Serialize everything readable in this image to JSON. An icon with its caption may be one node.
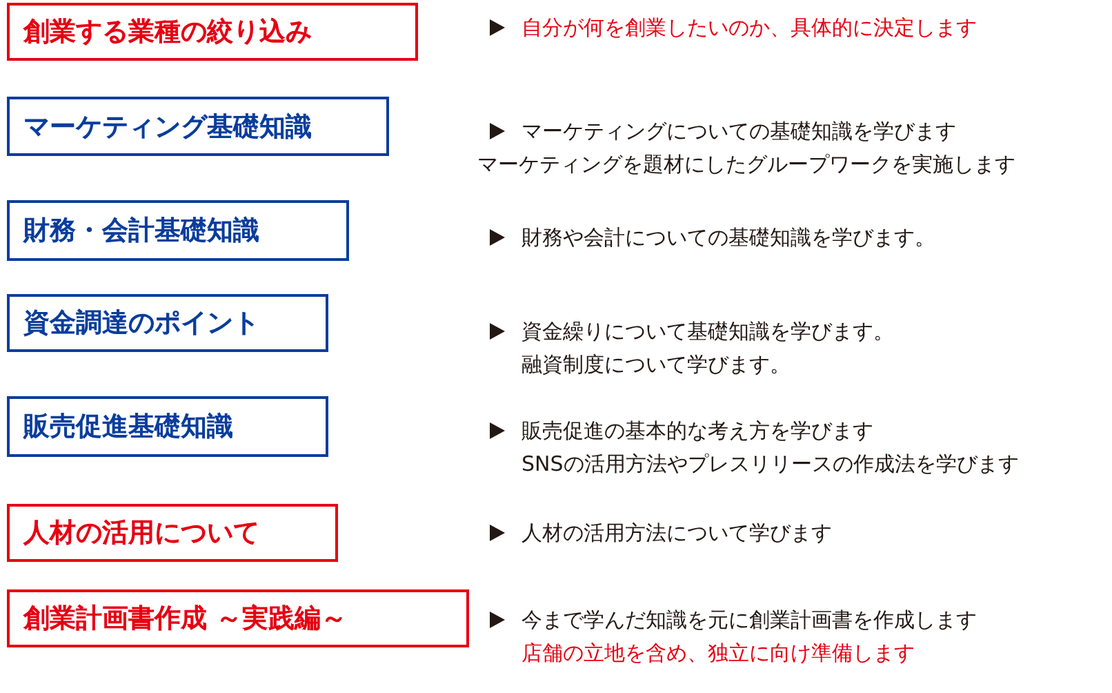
{
  "diagram": {
    "nodes": [
      {
        "text": [
          "創業する業種の絞り込み"
        ]
      },
      {
        "text": [
          "マーケティング基礎知識"
        ]
      },
      {
        "text": [
          "財務・会計基礎知識"
        ]
      },
      {
        "text": [
          "資金調達のポイント"
        ]
      },
      {
        "text": [
          "販売促進基礎知識"
        ]
      },
      {
        "text": [
          "人材の活用について"
        ]
      },
      {
        "text": [
          "創業計画書作成 ～実践編～"
        ]
      }
    ],
    "labels": [
      "自分が何を創業したいのか、具体的に決定します",
      "マーケティングについての基礎知識を学びます",
      "マーケティングを題材にしたグループワークを実施します",
      "財務や会計についての基礎知識を学びます。",
      "資金繰りについて基礎知識を学びます。",
      "融資制度について学びます。",
      "販売促進の基本的な考え方を学びます",
      "SNSの活用方法やプレスリリースの作成法を学びます",
      "人材の活用方法について学びます",
      "今まで学んだ知識を元に創業計画書を作成します",
      "店舗の立地を含め、独立に向け準備します"
    ]
  }
}
